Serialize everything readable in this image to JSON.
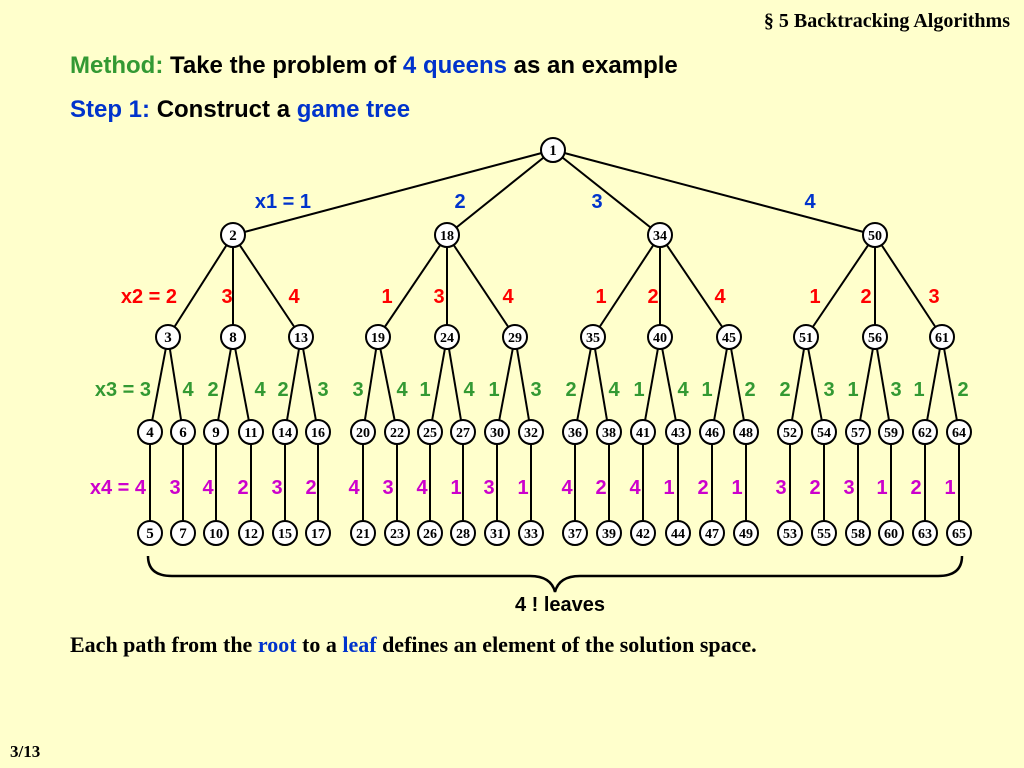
{
  "slide": {
    "section": "§ 5  Backtracking Algorithms",
    "method_label": "Method:",
    "method_text_1": "Take the problem of",
    "method_highlight": "4 queens",
    "method_text_2": "as an example",
    "step_label": "Step 1:",
    "step_text": "Construct a",
    "step_highlight": "game tree",
    "leaves_label": "4 ! leaves",
    "footer_1": "Each path from the",
    "footer_root": "root",
    "footer_2": "to a",
    "footer_leaf": "leaf",
    "footer_3": "defines an element of the solution space.",
    "page": "3/13"
  },
  "tree": {
    "root": "1",
    "level1": [
      "2",
      "18",
      "34",
      "50"
    ],
    "level2": [
      "3",
      "8",
      "13",
      "19",
      "24",
      "29",
      "35",
      "40",
      "45",
      "51",
      "56",
      "61"
    ],
    "level3": [
      "4",
      "6",
      "9",
      "11",
      "14",
      "16",
      "20",
      "22",
      "25",
      "27",
      "30",
      "32",
      "36",
      "38",
      "41",
      "43",
      "46",
      "48",
      "52",
      "54",
      "57",
      "59",
      "62",
      "64"
    ],
    "level4": [
      "5",
      "7",
      "10",
      "12",
      "15",
      "17",
      "21",
      "23",
      "26",
      "28",
      "31",
      "33",
      "37",
      "39",
      "42",
      "44",
      "47",
      "49",
      "53",
      "55",
      "58",
      "60",
      "63",
      "65"
    ]
  },
  "edge_labels": {
    "x1": [
      "x1 = 1",
      "2",
      "3",
      "4"
    ],
    "x2": [
      "x2 = 2",
      "3",
      "4",
      "1",
      "3",
      "4",
      "1",
      "2",
      "4",
      "1",
      "2",
      "3"
    ],
    "x3": [
      "x3 = 3",
      "4",
      "2",
      "4",
      "2",
      "3",
      "3",
      "4",
      "1",
      "4",
      "1",
      "3",
      "2",
      "4",
      "1",
      "4",
      "1",
      "2",
      "2",
      "3",
      "1",
      "3",
      "1",
      "2"
    ],
    "x4": [
      "x4 = 4",
      "3",
      "4",
      "2",
      "3",
      "2",
      "4",
      "3",
      "4",
      "1",
      "3",
      "1",
      "4",
      "2",
      "4",
      "1",
      "2",
      "1",
      "3",
      "2",
      "3",
      "1",
      "2",
      "1"
    ]
  },
  "colors": {
    "background": "#ffffcc",
    "green": "#339933",
    "blue": "#0033cc",
    "red": "#ff0000",
    "magenta": "#cc00cc"
  }
}
